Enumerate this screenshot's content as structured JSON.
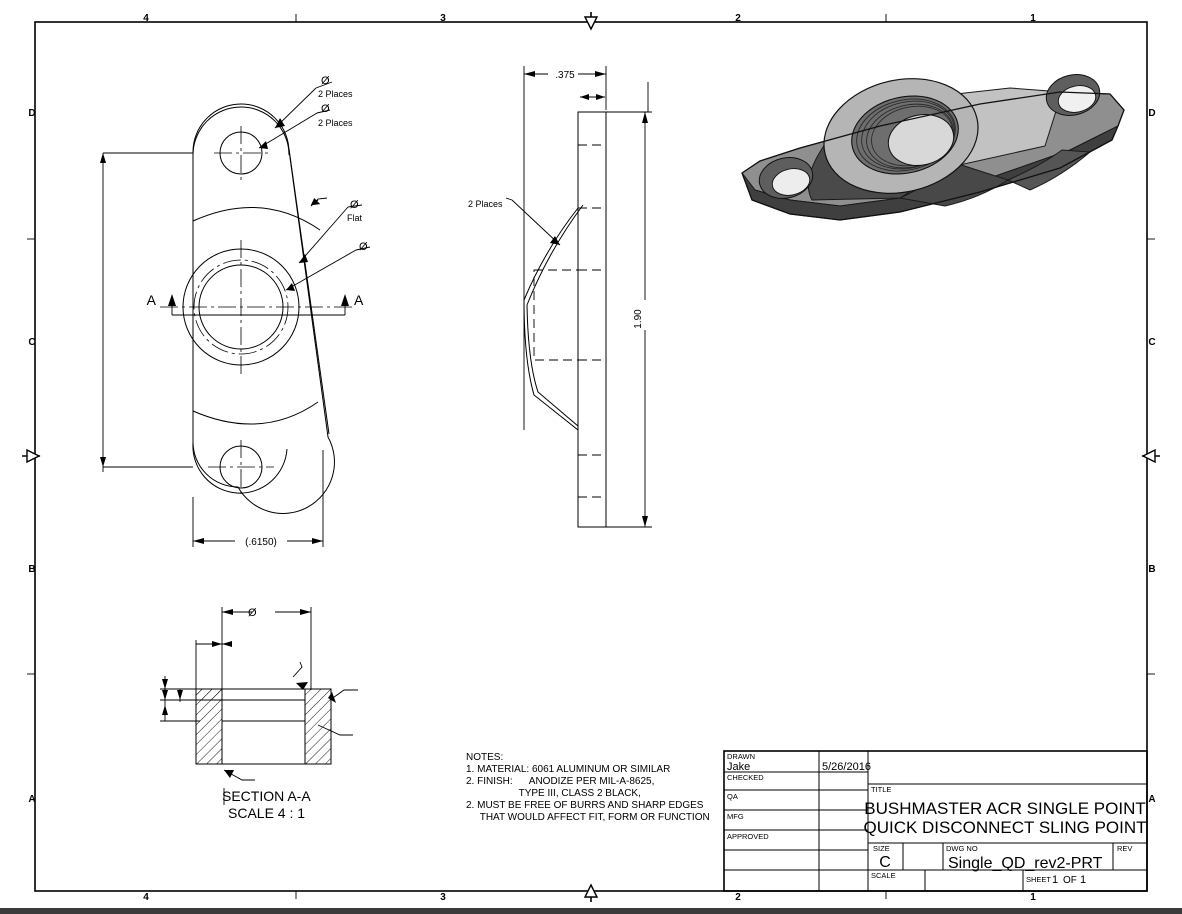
{
  "sheet": {
    "size_code": "C",
    "zones_top": [
      "4",
      "3",
      "2",
      "1"
    ],
    "zones_bottom": [
      "4",
      "3",
      "2",
      "1"
    ],
    "zones_left": [
      "D",
      "C",
      "B",
      "A"
    ],
    "zones_right": [
      "D",
      "C",
      "B",
      "A"
    ]
  },
  "front_view": {
    "callout_1_symbol": "Ø",
    "callout_1_note": "2 Places",
    "callout_2_symbol": "Ø",
    "callout_2_note": "2 Places",
    "callout_flat_symbol": "Ø",
    "callout_flat_note": "Flat",
    "callout_bore_symbol": "Ø",
    "section_label_left": "A",
    "section_label_right": "A",
    "width_dim": "(.6150)"
  },
  "side_view": {
    "top_dim": ".375",
    "height_dim": "1.90",
    "leader_note": "2 Places"
  },
  "section_view": {
    "diameter_symbol": "Ø",
    "title": "SECTION A-A",
    "scale": "SCALE 4 : 1"
  },
  "notes": {
    "heading": "NOTES:",
    "lines": [
      "1. MATERIAL: 6061 ALUMINUM OR SIMILAR",
      "2. FINISH:      ANODIZE PER MIL-A-8625,",
      "                   TYPE III, CLASS 2 BLACK,",
      "2. MUST BE FREE OF BURRS AND SHARP EDGES",
      "     THAT WOULD AFFECT FIT, FORM OR FUNCTION"
    ]
  },
  "title_block": {
    "drawn_label": "DRAWN",
    "drawn_name": "Jake",
    "drawn_date": "5/26/2016",
    "checked_label": "CHECKED",
    "checked_value": "",
    "checked_date": "",
    "qa_label": "QA",
    "qa_value": "",
    "qa_date": "",
    "mfg_label": "MFG",
    "mfg_value": "",
    "mfg_date": "",
    "approved_label": "APPROVED",
    "approved_value": "",
    "approved_date": "",
    "blank_row1": "",
    "blank_row1_date": "",
    "blank_row2": "",
    "blank_row2_date": "",
    "title_label": "TITLE",
    "title_line1": "BUSHMASTER ACR SINGLE POINT",
    "title_line2": "QUICK DISCONNECT SLING POINT",
    "size_label": "SIZE",
    "size_value": "C",
    "dwg_no_label": "DWG NO",
    "dwg_no_value": "Single_QD_rev2-PRT",
    "rev_label": "REV",
    "rev_value": "",
    "scale_label": "SCALE",
    "scale_value": "",
    "sheet_label": "SHEET",
    "sheet_number": "1",
    "sheet_of": "OF",
    "sheet_total": "1"
  },
  "colors": {
    "line": "#000000",
    "paper": "#ffffff",
    "iso_light": "#b9b9b9",
    "iso_mid": "#8f8f8f",
    "iso_dark": "#4a4a4a",
    "iso_darkest": "#3a3a3a",
    "bottom_bar": "#3b3b3b"
  }
}
